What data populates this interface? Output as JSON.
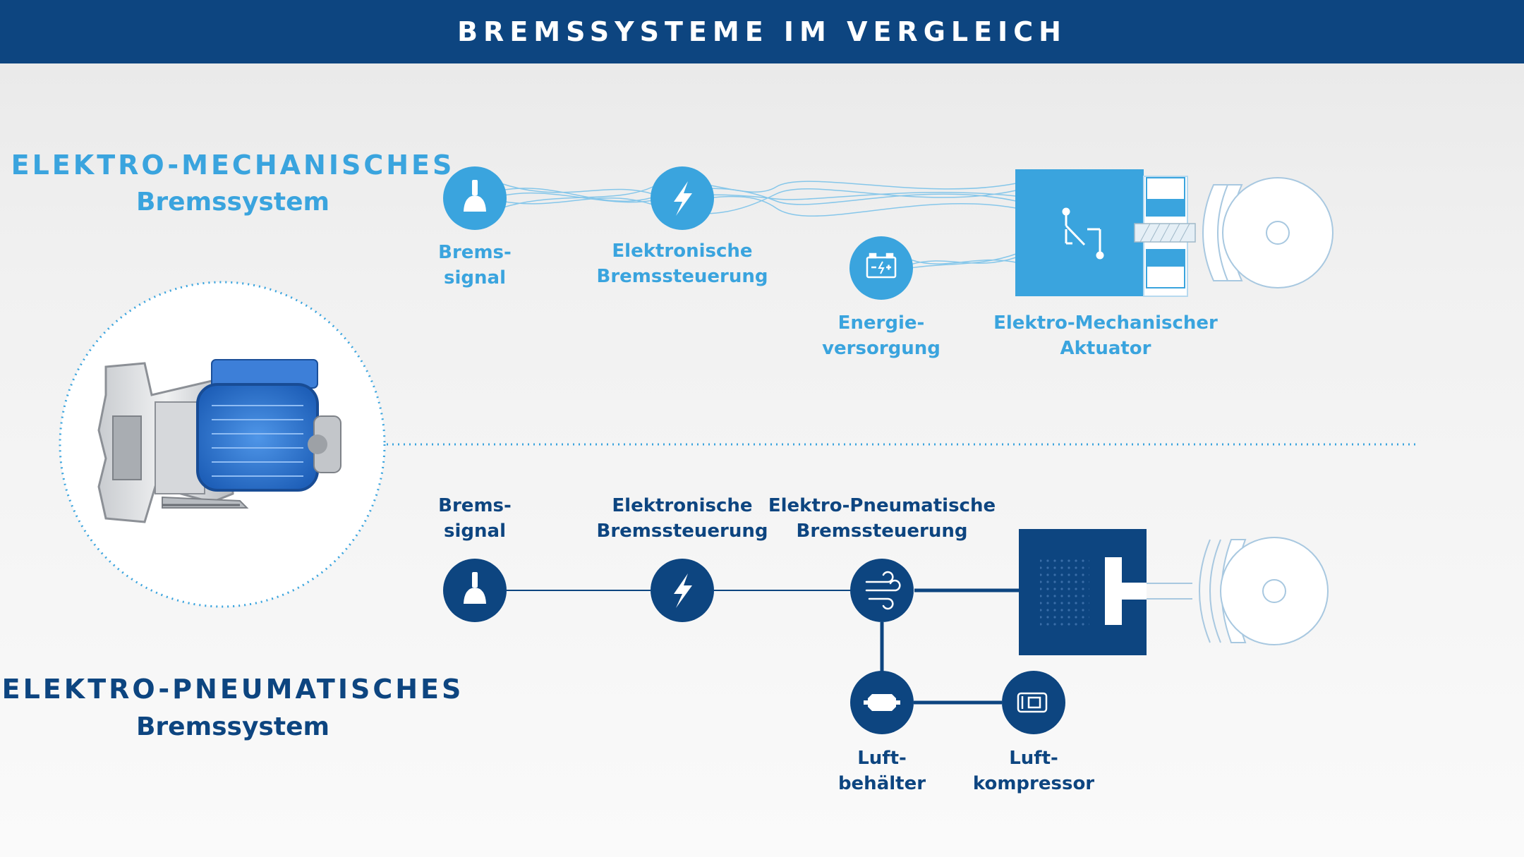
{
  "header": {
    "title": "BREMSSYSTEME IM VERGLEICH"
  },
  "electro_mechanical": {
    "title": "ELEKTRO-MECHANISCHES",
    "subtitle": "Bremssystem",
    "color": "#3aa4de",
    "nodes": {
      "signal": {
        "line1": "Brems-",
        "line2": "signal",
        "icon": "brake-lever-icon"
      },
      "control": {
        "line1": "Elektronische",
        "line2": "Bremssteuerung",
        "icon": "lightning-icon"
      },
      "energy": {
        "line1": "Energie-",
        "line2": "versorgung",
        "icon": "battery-icon"
      },
      "actuator": {
        "line1": "Elektro-Mechanischer",
        "line2": "Aktuator",
        "icon": "switch-icon"
      }
    }
  },
  "electro_pneumatic": {
    "title": "ELEKTRO-PNEUMATISCHES",
    "subtitle": "Bremssystem",
    "color": "#0d4580",
    "nodes": {
      "signal": {
        "line1": "Brems-",
        "line2": "signal",
        "icon": "brake-lever-icon"
      },
      "control": {
        "line1": "Elektronische",
        "line2": "Bremssteuerung",
        "icon": "lightning-icon"
      },
      "pneumatic_control": {
        "line1": "Elektro-Pneumatische",
        "line2": "Bremssteuerung",
        "icon": "air-flow-icon"
      },
      "air_tank": {
        "line1": "Luft-",
        "line2": "behälter",
        "icon": "air-tank-icon"
      },
      "compressor": {
        "line1": "Luft-",
        "line2": "kompressor",
        "icon": "compressor-icon"
      }
    }
  }
}
